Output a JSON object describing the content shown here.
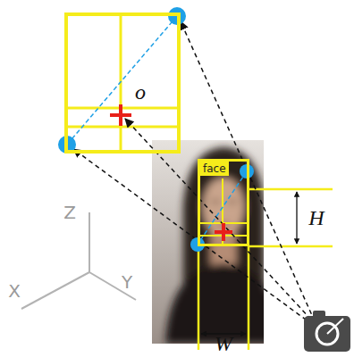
{
  "diagram": {
    "nodes": [
      {
        "text": [
          "face"
        ]
      },
      {
        "text": [
          "o"
        ]
      }
    ],
    "labels": [
      "H",
      "W",
      "Z",
      "X",
      "Y"
    ]
  }
}
